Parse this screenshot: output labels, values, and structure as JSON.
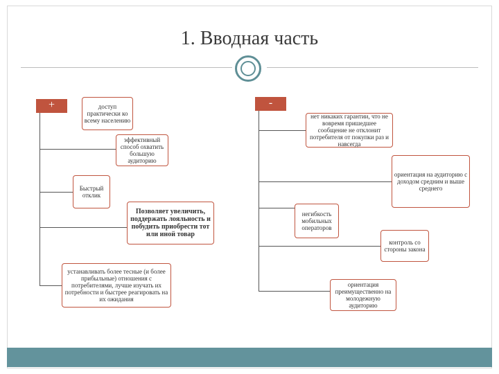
{
  "slide": {
    "title": "1. Вводная часть"
  },
  "plus": {
    "label": "+",
    "items": [
      "доступ практически ко всему населению",
      "эффективный способ охватить большую аудиторию",
      "Быстрый отклик",
      "Позволяет увеличить, поддержать лояльность и побудить приобрести тот или иной товар",
      "устанавливать более тесные (и более прибыльные) отношения с потребителями, лучше изучать их потребности и быстрее реагировать на их ожидания"
    ]
  },
  "minus": {
    "label": "-",
    "items": [
      "нет никаких гарантии, что не вовремя пришедшее сообщение не отклонит потребителя от покупки раз и навсегда",
      "ориентация на аудиторию с доходом средним и выше среднего",
      "негибкость мобильных операторов",
      "контроль со стороны закона",
      "ориентация преимущественно на молодежную аудиторию"
    ]
  },
  "colors": {
    "accent": "#c0543e",
    "teal": "#63939c",
    "connector": "#555555"
  }
}
